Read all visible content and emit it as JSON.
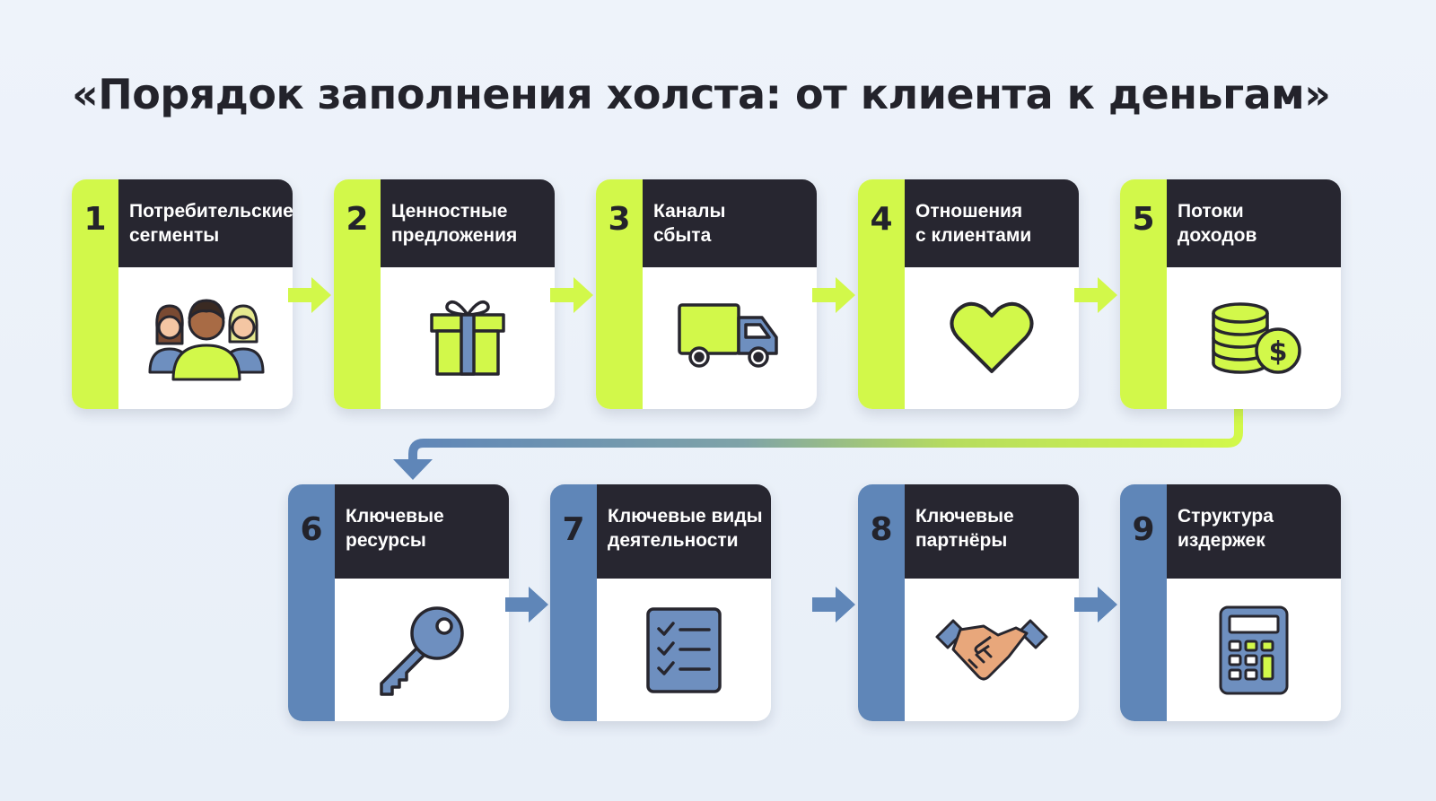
{
  "title": "«Порядок заполнения холста: от клиента к деньгам»",
  "colors": {
    "accent_green": "#d2f84a",
    "accent_blue": "#5f86b8",
    "header_dark": "#272630",
    "background": "#eef3fa"
  },
  "steps": [
    {
      "number": "1",
      "line1": "Потребительские",
      "line2": "сегменты",
      "icon": "people-group-icon"
    },
    {
      "number": "2",
      "line1": "Ценностные",
      "line2": "предложения",
      "icon": "gift-icon"
    },
    {
      "number": "3",
      "line1": "Каналы",
      "line2": "сбыта",
      "icon": "truck-icon"
    },
    {
      "number": "4",
      "line1": "Отношения",
      "line2": "с клиентами",
      "icon": "heart-icon"
    },
    {
      "number": "5",
      "line1": "Потоки",
      "line2": "доходов",
      "icon": "coins-dollar-icon"
    },
    {
      "number": "6",
      "line1": "Ключевые",
      "line2": "ресурсы",
      "icon": "key-icon"
    },
    {
      "number": "7",
      "line1": "Ключевые виды",
      "line2": "деятельности",
      "icon": "checklist-icon"
    },
    {
      "number": "8",
      "line1": "Ключевые",
      "line2": "партнёры",
      "icon": "handshake-icon"
    },
    {
      "number": "9",
      "line1": "Структура",
      "line2": "издержек",
      "icon": "calculator-icon"
    }
  ]
}
